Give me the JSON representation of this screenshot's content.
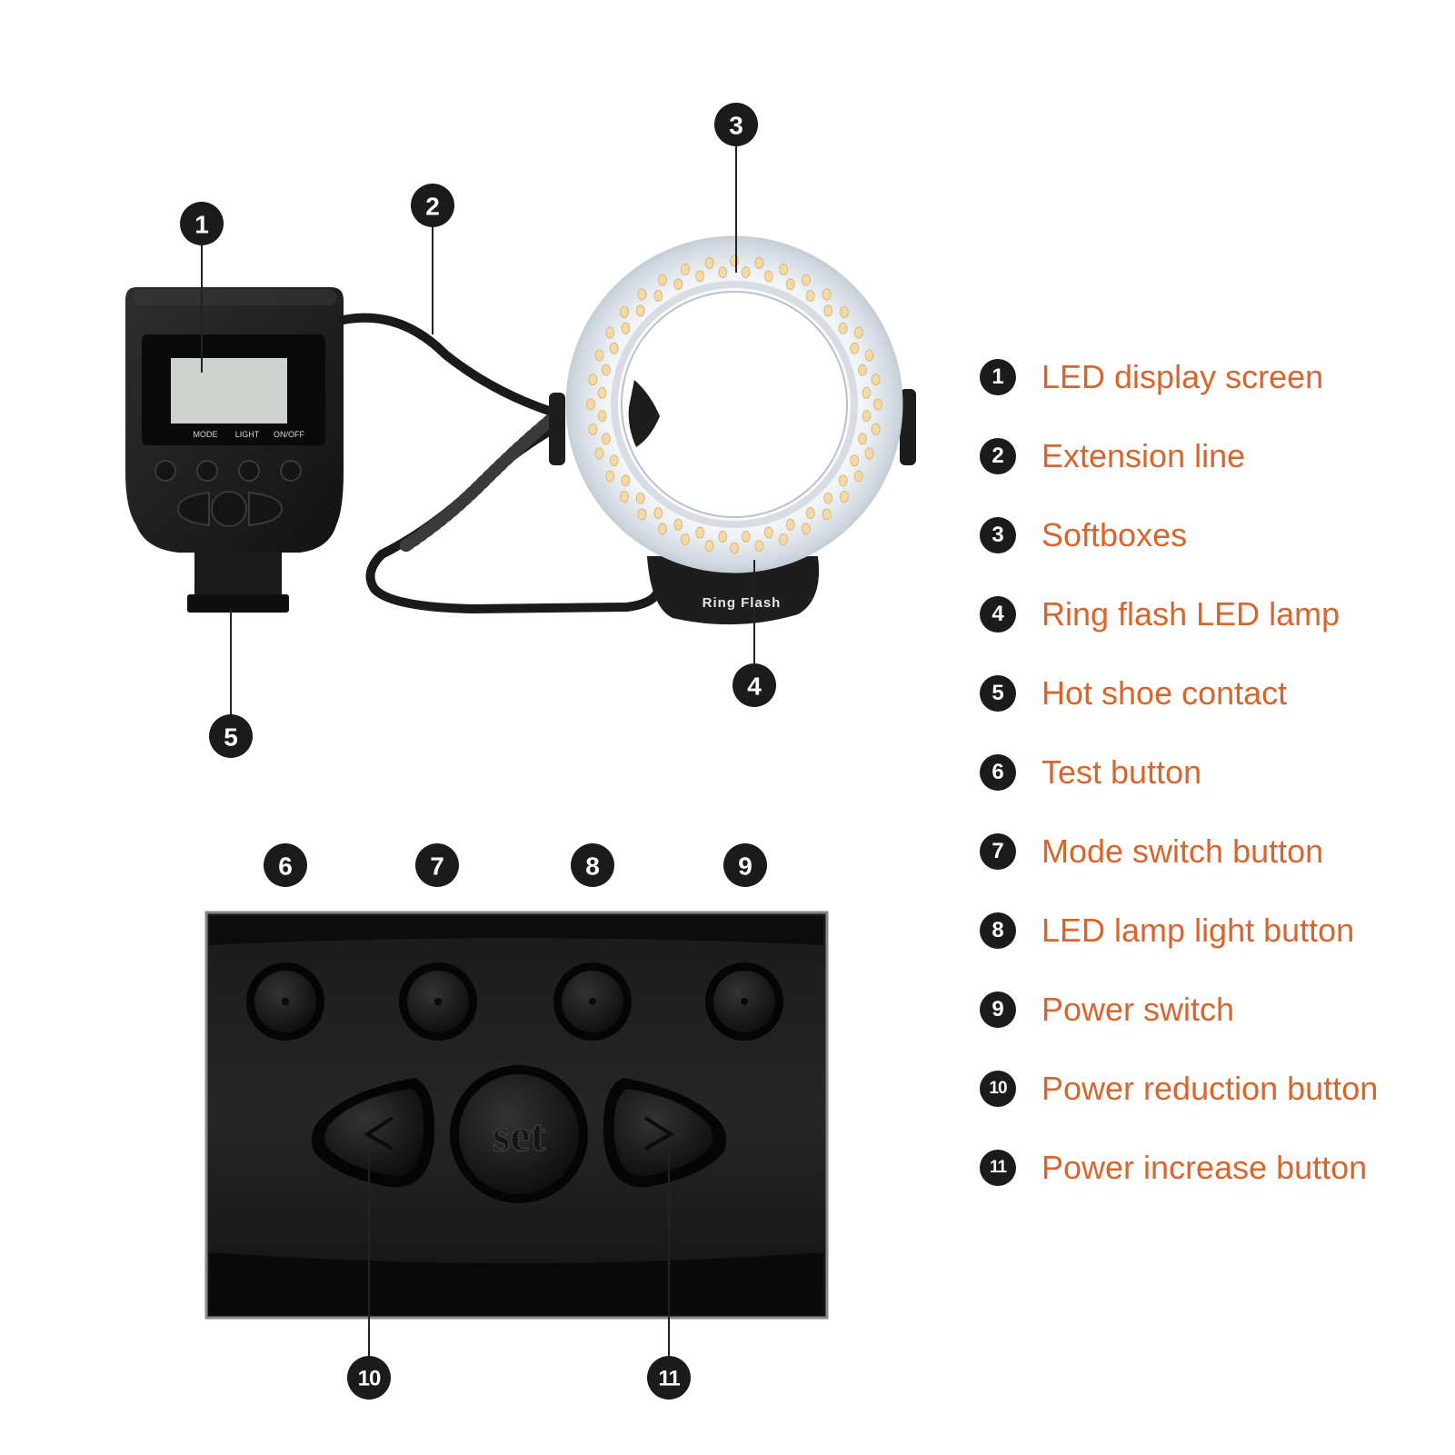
{
  "device": {
    "controller_buttons": [
      "MODE",
      "LIGHT",
      "ON/OFF"
    ],
    "ring_label": "Ring Flash",
    "set_button_label": "set"
  },
  "callouts": [
    "1",
    "2",
    "3",
    "4",
    "5",
    "6",
    "7",
    "8",
    "9",
    "10",
    "11"
  ],
  "legend": [
    {
      "num": "1",
      "label": "LED display screen"
    },
    {
      "num": "2",
      "label": "Extension line"
    },
    {
      "num": "3",
      "label": "Softboxes"
    },
    {
      "num": "4",
      "label": "Ring flash LED lamp"
    },
    {
      "num": "5",
      "label": "Hot shoe contact"
    },
    {
      "num": "6",
      "label": "Test button"
    },
    {
      "num": "7",
      "label": "Mode switch button"
    },
    {
      "num": "8",
      "label": "LED lamp light button"
    },
    {
      "num": "9",
      "label": "Power switch"
    },
    {
      "num": "10",
      "label": "Power reduction button"
    },
    {
      "num": "11",
      "label": "Power increase button"
    }
  ],
  "colors": {
    "legend_text": "#d9642c",
    "badge": "#1b1b1b",
    "device_body": "#1c1c1c",
    "lcd": "#cfd3d0",
    "led": "#f2d9a6",
    "ring_housing": "#e9eef3"
  }
}
